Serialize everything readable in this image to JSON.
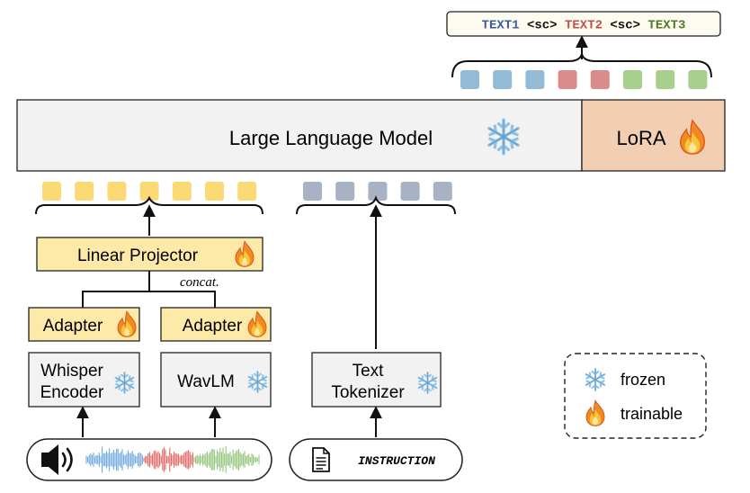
{
  "output": {
    "segments": [
      {
        "text": "TEXT1",
        "color": "#3b5ba5"
      },
      {
        "text": " <sc> ",
        "color": "#111111"
      },
      {
        "text": "TEXT2",
        "color": "#c0504d"
      },
      {
        "text": " <sc> ",
        "color": "#111111"
      },
      {
        "text": "TEXT3",
        "color": "#4e7a27"
      }
    ],
    "token_colors": [
      "#93bbd8",
      "#93bbd8",
      "#93bbd8",
      "#dc8b8b",
      "#dc8b8b",
      "#a8d08d",
      "#a8d08d",
      "#a8d08d"
    ]
  },
  "llm": {
    "label": "Large Language Model",
    "lora_label": "LoRA",
    "llm_icon": "snowflake-icon",
    "lora_icon": "fire-icon"
  },
  "speech_tokens": {
    "count": 7,
    "color": "#fbd974"
  },
  "text_tokens": {
    "count": 5,
    "color": "#a7b3c4"
  },
  "projector": {
    "label": "Linear Projector",
    "icon": "fire-icon"
  },
  "concat_label": "concat.",
  "adapters": [
    {
      "label": "Adapter",
      "icon": "fire-icon"
    },
    {
      "label": "Adapter",
      "icon": "fire-icon"
    }
  ],
  "encoders": [
    {
      "line1": "Whisper",
      "line2": "Encoder",
      "icon": "snowflake-icon"
    },
    {
      "line1": "WavLM",
      "icon": "snowflake-icon"
    }
  ],
  "tokenizer": {
    "line1": "Text",
    "line2": "Tokenizer",
    "icon": "snowflake-icon"
  },
  "audio_input": {
    "icon": "speaker-icon",
    "waveform_colors": [
      "#6fa8dc",
      "#e06666",
      "#93c47d"
    ]
  },
  "instruction": {
    "label": "INSTRUCTION",
    "icon": "document-icon"
  },
  "legend": {
    "items": [
      {
        "icon": "snowflake-icon",
        "label": "frozen"
      },
      {
        "icon": "fire-icon",
        "label": "trainable"
      }
    ]
  },
  "colors": {
    "llm_fill": "#f2f2f2",
    "lora_fill": "#f2cfb3",
    "trainable_fill": "#fde9a8",
    "frozen_fill": "#f2f2f2",
    "snowflake": "#8fc3e6"
  }
}
